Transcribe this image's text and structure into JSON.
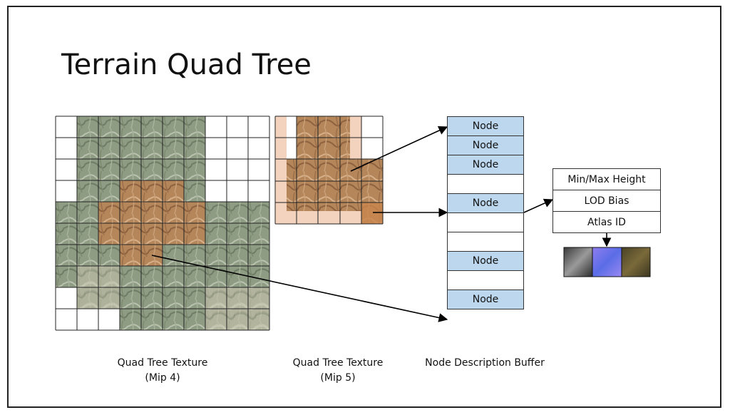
{
  "slide": {
    "title": "Terrain Quad Tree"
  },
  "captions": {
    "mip4_line1": "Quad Tree Texture",
    "mip4_line2": "(Mip 4)",
    "mip5_line1": "Quad Tree Texture",
    "mip5_line2": "(Mip 5)",
    "buffer_label": "Node Description Buffer"
  },
  "node_buffer": [
    {
      "label": "Node",
      "filled": true
    },
    {
      "label": "Node",
      "filled": true
    },
    {
      "label": "Node",
      "filled": true
    },
    {
      "label": "",
      "filled": false
    },
    {
      "label": "Node",
      "filled": true
    },
    {
      "label": "",
      "filled": false
    },
    {
      "label": "",
      "filled": false
    },
    {
      "label": "Node",
      "filled": true
    },
    {
      "label": "",
      "filled": false
    },
    {
      "label": "Node",
      "filled": true
    }
  ],
  "node_properties": [
    "Min/Max Height",
    "LOD Bias",
    "Atlas ID"
  ],
  "atlas_swatches": [
    "height-map-swatch",
    "normal-map-swatch",
    "albedo-map-swatch"
  ],
  "colors": {
    "node_fill": "#bcd7ee",
    "terrain_green": "#8c9a80",
    "terrain_orange": "#b5875a",
    "mip5_pale_orange": "#f3d3bd",
    "normal_map_blue": "#6b6be6"
  }
}
